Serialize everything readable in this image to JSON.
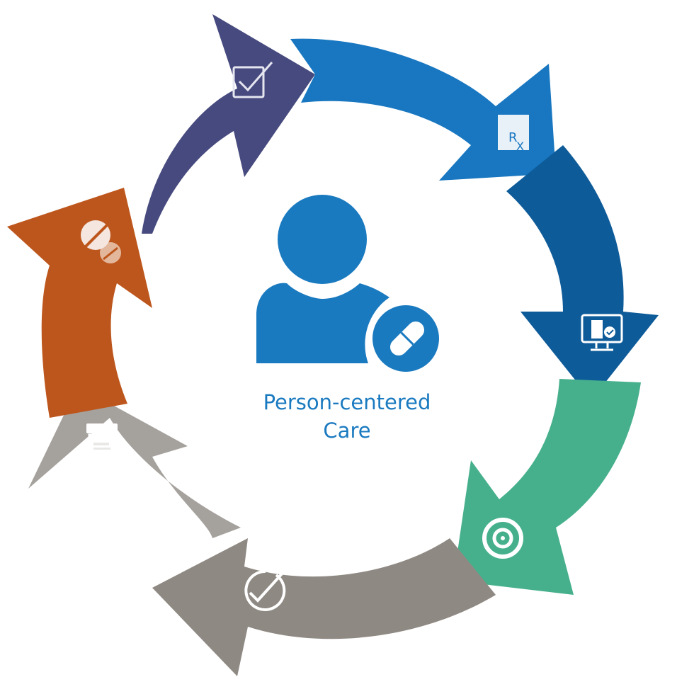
{
  "diagram": {
    "title": "Person-centered Care",
    "center": {
      "label_line1": "Person-centered",
      "label_line2": "Care",
      "icon": "person-with-pill-icon",
      "color": "#1a7ac0"
    },
    "steps": [
      {
        "id": "assess",
        "icon": "checkbox-icon",
        "color": "#474a7e"
      },
      {
        "id": "prescribe",
        "icon": "prescription-rx-icon",
        "color": "#1877c0"
      },
      {
        "id": "review",
        "icon": "monitor-clipboard-check-icon",
        "color": "#0e5b99"
      },
      {
        "id": "goals",
        "icon": "target-icon",
        "color": "#46b08c"
      },
      {
        "id": "verify",
        "icon": "circle-check-icon",
        "color": "#8f8983"
      },
      {
        "id": "dispense",
        "icon": "medicine-bottle-icon",
        "color": "#a5a19d"
      },
      {
        "id": "medications",
        "icon": "pills-icon",
        "color": "#bd561c"
      }
    ]
  }
}
